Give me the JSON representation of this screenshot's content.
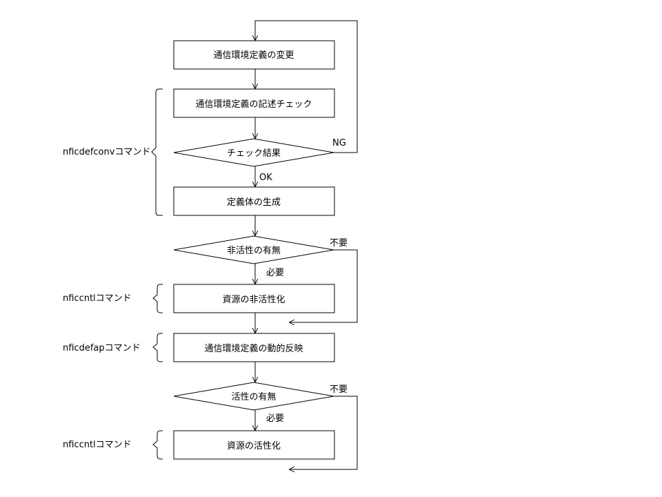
{
  "nodes": {
    "change_def": "通信環境定義の変更",
    "check_syntax": "通信環境定義の記述チェック",
    "check_result": "チェック結果",
    "generate_def": "定義体の生成",
    "need_deactivate": "非活性の有無",
    "deactivate_resource": "資源の非活性化",
    "dynamic_apply": "通信環境定義の動的反映",
    "need_activate": "活性の有無",
    "activate_resource": "資源の活性化"
  },
  "edge_labels": {
    "ng": "NG",
    "ok": "OK",
    "unneeded_1": "不要",
    "needed_1": "必要",
    "unneeded_2": "不要",
    "needed_2": "必要"
  },
  "commands": {
    "defconv": "nficdefconvコマンド",
    "cntl_1": "nficcntlコマンド",
    "defap": "nficdefapコマンド",
    "cntl_2": "nficcntlコマンド"
  }
}
